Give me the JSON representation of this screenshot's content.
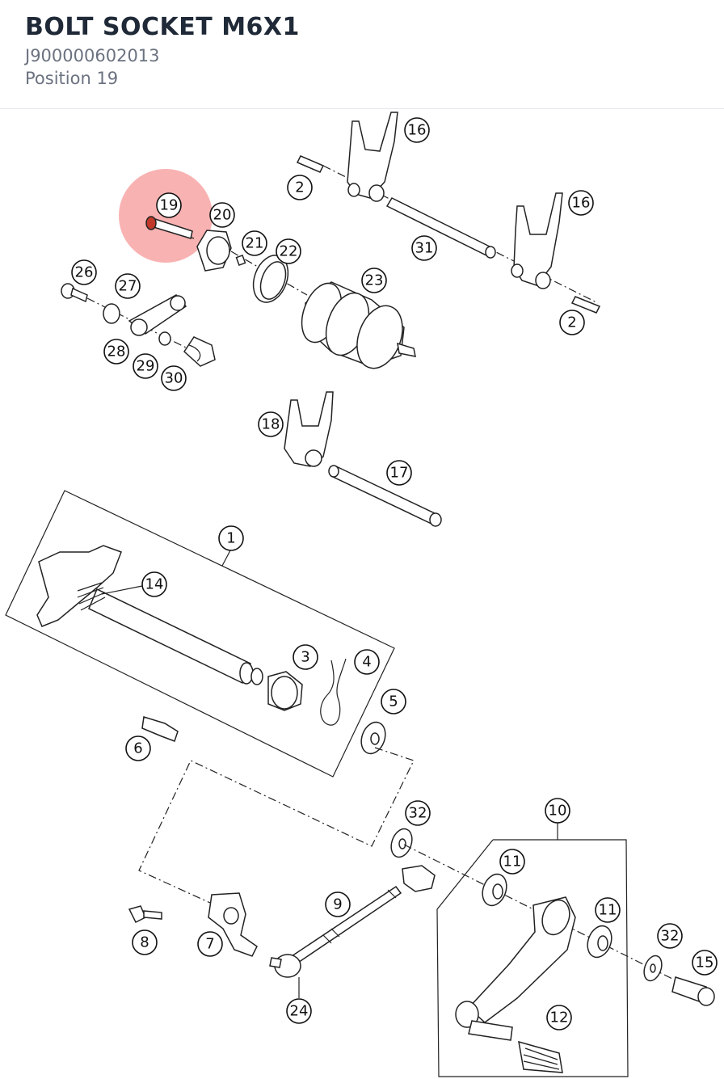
{
  "part": {
    "title": "BOLT SOCKET M6X1",
    "number": "J900000602013",
    "position_label": "Position 19"
  },
  "diagram": {
    "highlight_color": "#f8a5a5",
    "highlight_label": "19",
    "callouts": [
      "16",
      "2",
      "19",
      "20",
      "21",
      "22",
      "31",
      "16",
      "26",
      "27",
      "23",
      "2",
      "28",
      "29",
      "30",
      "18",
      "17",
      "1",
      "14",
      "3",
      "4",
      "5",
      "6",
      "32",
      "10",
      "11",
      "9",
      "11",
      "32",
      "15",
      "8",
      "7",
      "24",
      "12"
    ]
  }
}
